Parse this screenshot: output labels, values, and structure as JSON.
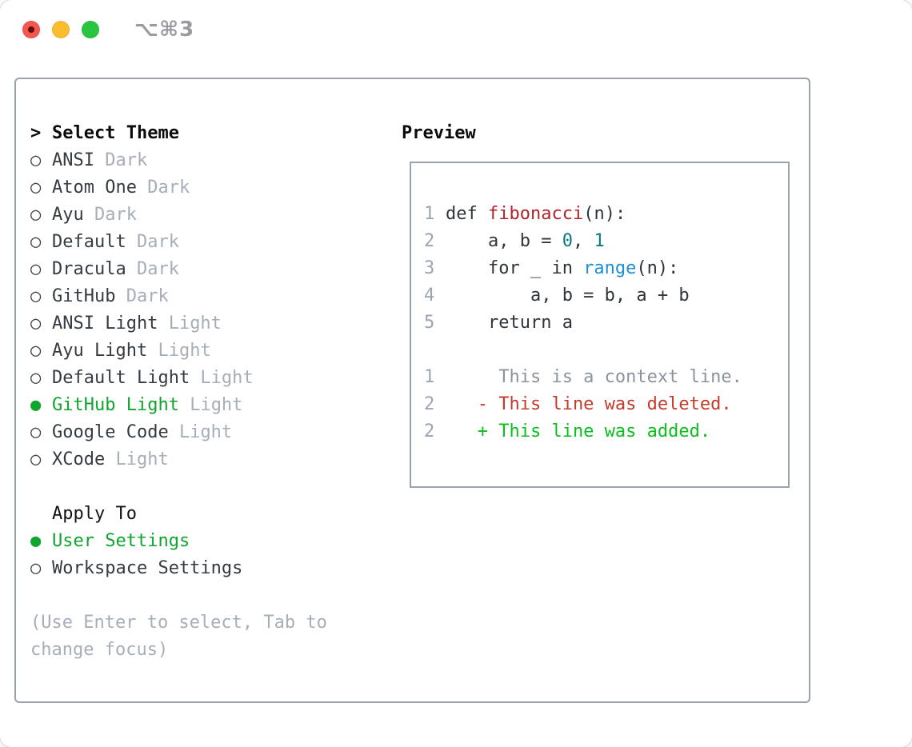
{
  "window": {
    "title": "⌥⌘3",
    "traffic_lights": [
      "close",
      "minimize",
      "zoom"
    ]
  },
  "theme_picker": {
    "prompt": ">",
    "title": "Select Theme",
    "items": [
      {
        "name": "ANSI",
        "tag": "Dark",
        "selected": false
      },
      {
        "name": "Atom One",
        "tag": "Dark",
        "selected": false
      },
      {
        "name": "Ayu",
        "tag": "Dark",
        "selected": false
      },
      {
        "name": "Default",
        "tag": "Dark",
        "selected": false
      },
      {
        "name": "Dracula",
        "tag": "Dark",
        "selected": false
      },
      {
        "name": "GitHub",
        "tag": "Dark",
        "selected": false
      },
      {
        "name": "ANSI Light",
        "tag": "Light",
        "selected": false
      },
      {
        "name": "Ayu Light",
        "tag": "Light",
        "selected": false
      },
      {
        "name": "Default Light",
        "tag": "Light",
        "selected": false
      },
      {
        "name": "GitHub Light",
        "tag": "Light",
        "selected": true
      },
      {
        "name": "Google Code",
        "tag": "Light",
        "selected": false
      },
      {
        "name": "XCode",
        "tag": "Light",
        "selected": false
      }
    ],
    "apply_to": {
      "title": "Apply To",
      "options": [
        {
          "label": "User Settings",
          "selected": true
        },
        {
          "label": "Workspace Settings",
          "selected": false
        }
      ]
    },
    "hint": "(Use Enter to select, Tab to change focus)"
  },
  "preview": {
    "title": "Preview",
    "code_lines": [
      {
        "num": "1",
        "segments": [
          {
            "t": "def ",
            "s": "kw"
          },
          {
            "t": "fibonacci",
            "s": "fn"
          },
          {
            "t": "(n):",
            "s": "pl"
          }
        ]
      },
      {
        "num": "2",
        "segments": [
          {
            "t": "    a, b = ",
            "s": "pl"
          },
          {
            "t": "0",
            "s": "nm"
          },
          {
            "t": ", ",
            "s": "pl"
          },
          {
            "t": "1",
            "s": "nm"
          }
        ]
      },
      {
        "num": "3",
        "segments": [
          {
            "t": "    for _ in ",
            "s": "pl"
          },
          {
            "t": "range",
            "s": "bi"
          },
          {
            "t": "(n):",
            "s": "pl"
          }
        ]
      },
      {
        "num": "4",
        "segments": [
          {
            "t": "        a, b = b, a + b",
            "s": "pl"
          }
        ]
      },
      {
        "num": "5",
        "segments": [
          {
            "t": "    return a",
            "s": "pl"
          }
        ]
      }
    ],
    "diff_lines": [
      {
        "num": "1",
        "type": "context",
        "text": "     This is a context line."
      },
      {
        "num": "2",
        "type": "deleted",
        "text": "   - This line was deleted."
      },
      {
        "num": "2",
        "type": "added",
        "text": "   + This line was added."
      }
    ]
  },
  "colors": {
    "selected_green": "#0fa52e",
    "diff_added_green": "#0abf1f",
    "diff_deleted_red": "#c43b2c",
    "diff_context_gray": "#8b949e",
    "function_red": "#b2232b",
    "builtin_blue": "#1e8fd0",
    "number_teal": "#0b7a85",
    "tag_gray": "#a6aeb8",
    "border_gray": "#9aa3ad",
    "traffic_red": "#f6564f",
    "traffic_yellow": "#fbbc2e",
    "traffic_green": "#29c53f"
  }
}
